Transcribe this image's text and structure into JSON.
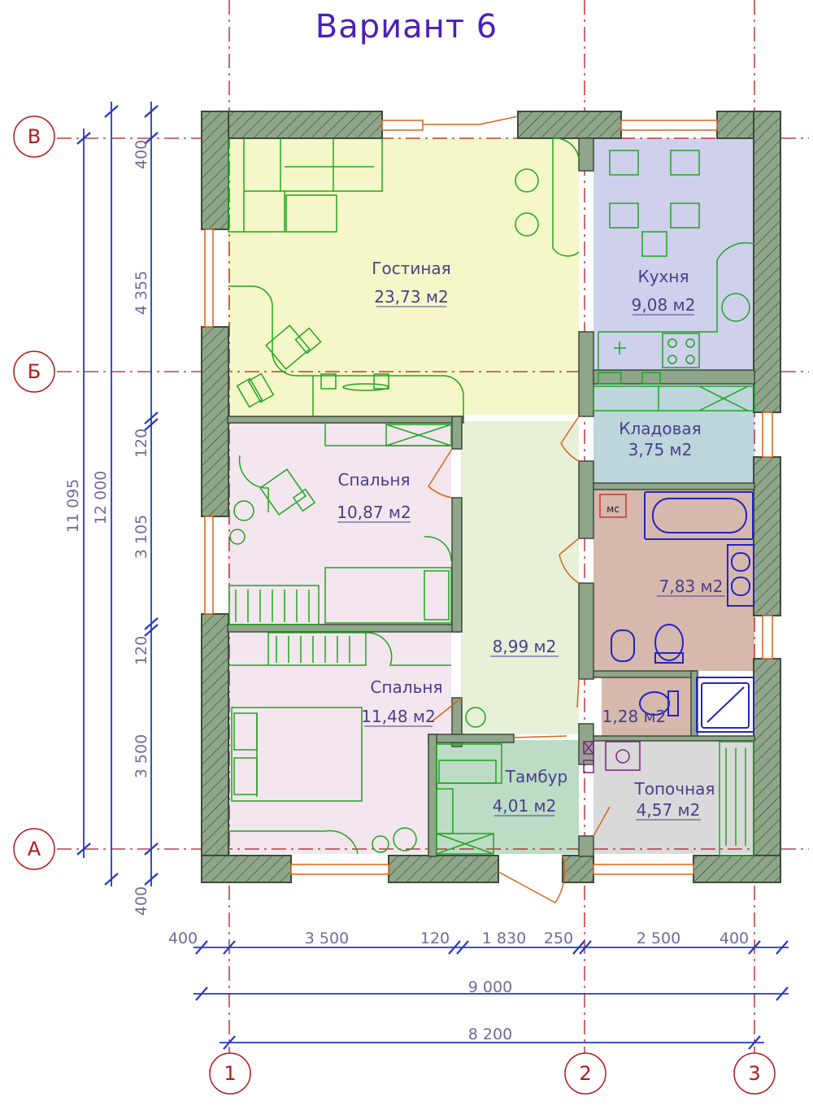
{
  "title": "Вариант 6",
  "colors": {
    "wall": "#8fa68a",
    "axis": "#b11a1a",
    "dimension": "#2438c8",
    "living": "#f5f7c8",
    "kitchen": "#cfd0ec",
    "pantry": "#bcd6dc",
    "bedroom": "#f3e6ee",
    "hall": "#e6f1d8",
    "bath": "#d7b8ac",
    "vestibule": "#bcdcc6",
    "boiler": "#d9d9d9"
  },
  "axes": {
    "rows": [
      "В",
      "Б",
      "А"
    ],
    "columns": [
      "1",
      "2",
      "3"
    ]
  },
  "rooms": [
    {
      "name": "Гостиная",
      "area": "23,73 м2"
    },
    {
      "name": "Кухня",
      "area": "9,08 м2"
    },
    {
      "name": "Кладовая",
      "area": "3,75 м2"
    },
    {
      "name": "Спальня",
      "area": "10,87 м2"
    },
    {
      "name": "Спальня",
      "area": "11,48 м2"
    },
    {
      "name": "",
      "area": "8,99 м2"
    },
    {
      "name": "",
      "area": "7,83 м2"
    },
    {
      "name": "",
      "area": "1,28 м2"
    },
    {
      "name": "Тамбур",
      "area": "4,01 м2"
    },
    {
      "name": "Топочная",
      "area": "4,57 м2"
    }
  ],
  "fixture_labels": {
    "ms": "мс"
  },
  "dimensions": {
    "left_segments": [
      "400",
      "4 355",
      "120",
      "3 105",
      "120",
      "3 500",
      "400"
    ],
    "left_total_inner": "11 095",
    "left_total_outer": "12 000",
    "bottom_segments": [
      "400",
      "3 500",
      "120",
      "1 830",
      "250",
      "2 500",
      "400"
    ],
    "bottom_total_outer": "9 000",
    "bottom_total_inner": "8 200"
  }
}
